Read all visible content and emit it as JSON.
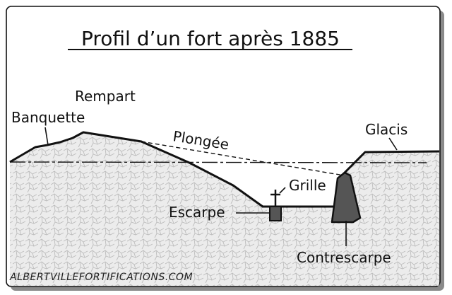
{
  "title": "Profil d’un fort après 1885",
  "labels": {
    "rempart": "Rempart",
    "banquette": "Banquette",
    "plongee": "Plongée",
    "glacis": "Glacis",
    "grille": "Grille",
    "escarpe": "Escarpe",
    "contrescarpe": "Contrescarpe"
  },
  "credit": "ALBERTVILLEFORTIFICATIONS.COM",
  "colors": {
    "ground_fill": "#e9e9e9",
    "ground_texture": "#bdbdbd",
    "outline": "#111111",
    "masonry": "#555555"
  }
}
